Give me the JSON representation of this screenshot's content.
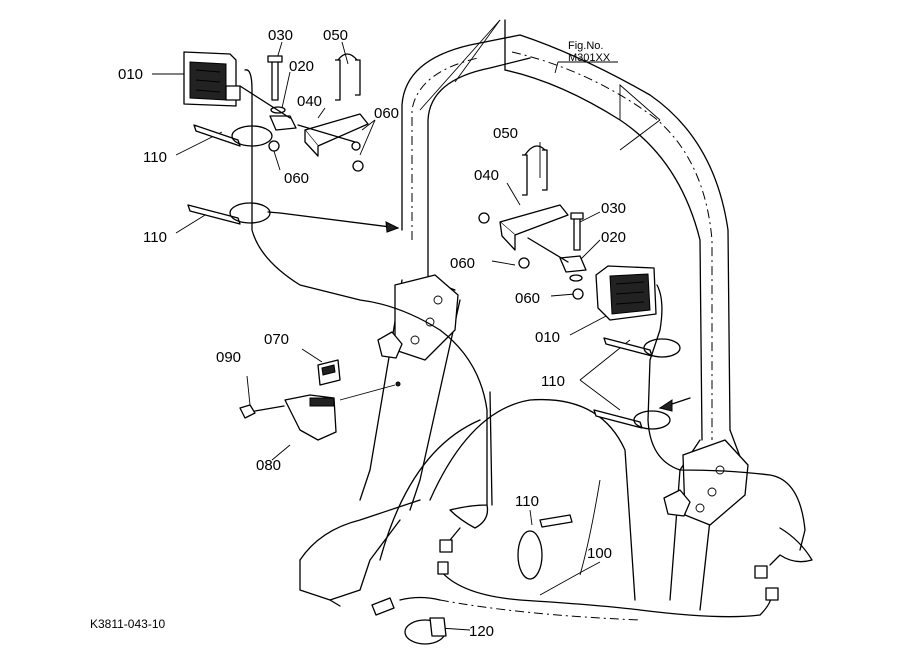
{
  "figure": {
    "fig_no_label": "Fig.No.",
    "fig_no_value": "M301XX",
    "drawing_code": "K3811-043-10"
  },
  "labels": {
    "p010": "010",
    "p020": "020",
    "p030": "030",
    "p040": "040",
    "p050": "050",
    "p060": "060",
    "p070": "070",
    "p080": "080",
    "p090": "090",
    "p100": "100",
    "p110": "110",
    "p120": "120"
  }
}
